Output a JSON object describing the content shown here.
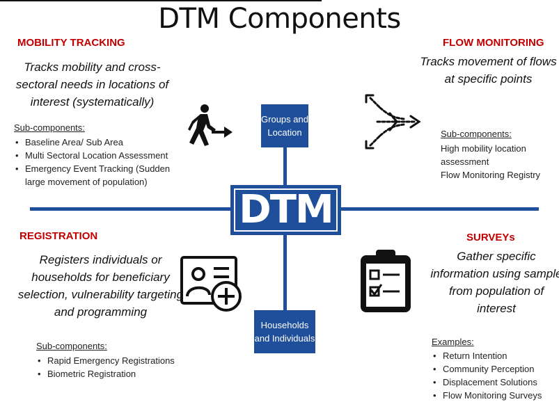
{
  "title": "DTM Components",
  "center": {
    "logo_text": "DTM",
    "top_box": "Groups and Location",
    "bottom_box": "Households and Individuals"
  },
  "mobility_tracking": {
    "heading": "MOBILITY TRACKING",
    "description": "Tracks mobility and cross-sectoral needs in locations of interest (systematically)",
    "sub_label": "Sub-components:",
    "items": [
      "Baseline Area/ Sub Area",
      "Multi Sectoral Location  Assessment",
      "Emergency Event Tracking (Sudden large movement of population)"
    ],
    "icon": "walking-person-arrow-icon"
  },
  "flow_monitoring": {
    "heading": "FLOW MONITORING",
    "description": "Tracks movement of flows at specific points",
    "sub_label": "Sub-components:",
    "items": [
      "High mobility location assessment",
      "Flow Monitoring Registry"
    ],
    "icon": "flow-arrows-icon"
  },
  "registration": {
    "heading": "REGISTRATION",
    "description": "Registers individuals or households for beneficiary selection, vulnerability targeting and programming",
    "sub_label": "Sub-components:",
    "items": [
      "Rapid Emergency Registrations",
      "Biometric Registration"
    ],
    "icon": "id-card-add-icon"
  },
  "surveys": {
    "heading": "SURVEYs",
    "description": "Gather specific information using sample from population of interest",
    "sub_label": "Examples:",
    "items": [
      "Return Intention",
      "Community Perception",
      "Displacement Solutions",
      "Flow Monitoring Surveys"
    ],
    "icon": "clipboard-checklist-icon"
  },
  "colors": {
    "accent": "#1f4e9a",
    "heading": "#c00000"
  }
}
